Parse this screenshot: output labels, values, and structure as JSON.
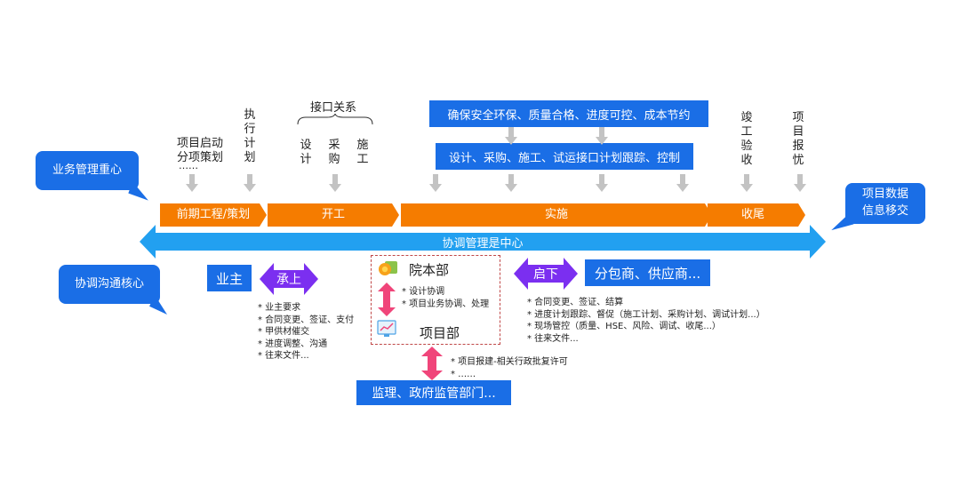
{
  "callouts": {
    "business_focus": "业务管理重心",
    "data_transfer_line1": "项目数据",
    "data_transfer_line2": "信息移交",
    "comm_core": "协调沟通核心"
  },
  "top_labels": {
    "startup_line1": "项目启动",
    "startup_line2": "分项策划",
    "startup_line3": "……",
    "exec_plan": [
      "执",
      "行",
      "计",
      "划"
    ],
    "interface_title": "接口关系",
    "design": [
      "设",
      "计"
    ],
    "procure": [
      "采",
      "购"
    ],
    "construct": [
      "施",
      "工"
    ],
    "completion_accept": [
      "竣",
      "工",
      "验",
      "收"
    ],
    "project_report": [
      "项",
      "目",
      "报",
      "忧"
    ]
  },
  "blue_banners": {
    "goals": "确保安全环保、质量合格、进度可控、成本节约",
    "interface_control": "设计、采购、施工、试运接口计划跟踪、控制"
  },
  "phases": [
    "前期工程/策划",
    "开工",
    "实施",
    "收尾"
  ],
  "coordination_bar": "协调管理是中心",
  "owner_box": "业主",
  "undertake_label": "承上",
  "owner_bullets": [
    "* 业主要求",
    "* 合同变更、签证、支付",
    "* 甲供材催交",
    "* 进度调整、沟通",
    "* 往来文件..."
  ],
  "center": {
    "hq": "院本部",
    "project_dept": "项目部",
    "bullets": [
      "* 设计协调",
      "* 项目业务协调、处理"
    ],
    "lower_bullets": [
      "* 项目报建-相关行政批复许可",
      "* ……"
    ]
  },
  "supervision_box": "监理、政府监管部门...",
  "launch_label": "启下",
  "subcontractor_box": "分包商、供应商...",
  "sub_bullets": [
    "* 合同变更、签证、结算",
    "* 进度计划跟踪、督促（施工计划、采购计划、调试计划...）",
    "* 现场管控（质量、HSE、风险、调试、收尾...）",
    "* 往来文件..."
  ],
  "colors": {
    "blue": "#1a6ee6",
    "orange": "#f57c00",
    "light_blue_bar": "#22a0f0",
    "purple": "#7b2ff0",
    "pink": "#f0457a",
    "gray_arrow": "#c3c3c3"
  }
}
